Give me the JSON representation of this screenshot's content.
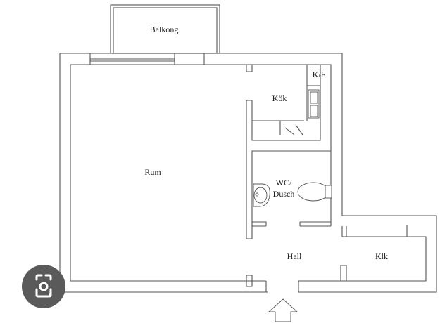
{
  "rooms": {
    "balcony": "Balkong",
    "kitchen": "Kök",
    "fridge_freezer": "K/F",
    "living_room": "Rum",
    "bathroom_line1": "WC/",
    "bathroom_line2": "Dusch",
    "hall": "Hall",
    "closet": "Klk"
  },
  "overlay": {
    "icon": "google-lens-icon"
  },
  "colors": {
    "wall": "#555555",
    "label": "#222222",
    "lens_background": "#5a5a5a",
    "lens_glyph": "#ffffff"
  }
}
